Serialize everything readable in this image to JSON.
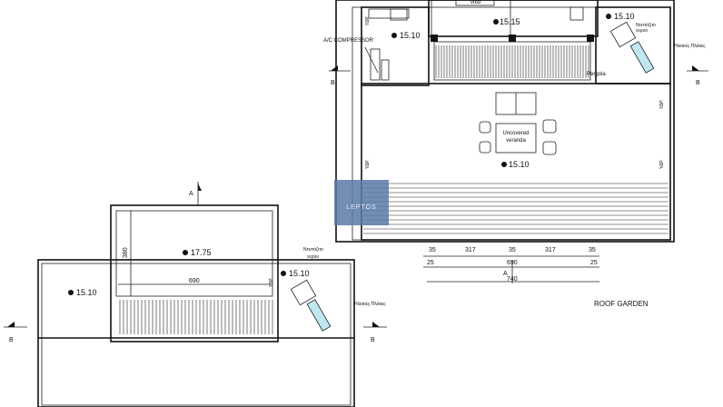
{
  "plan": {
    "title": "ROOF GARDEN",
    "watermark": "LEPTOS",
    "levels": {
      "void_label": "void",
      "upper_top": "15.15",
      "upper_left": "15.10",
      "upper_right": "15.10",
      "upper_main": "15.10",
      "lower_top": "17.75",
      "lower_left": "15.10",
      "lower_right": "15.10"
    },
    "labels": {
      "ac_compressor": "A/C COMPRESSOR",
      "pergola": "Pergola",
      "uncovered_veranda_line1": "Uncovered",
      "uncovered_veranda_line2": "veranda",
      "solar_panels": "Ηλιακές Πλάκες",
      "water_tank_line1": "Ντεπόζιτο",
      "water_tank_line2": "νερού",
      "water_tank_small_line1": "Ντεπόζιτο",
      "water_tank_small_line2": "νερού",
      "section_b": "B",
      "section_a": "A"
    },
    "dimensions": {
      "row1": [
        "35",
        "317",
        "35",
        "317",
        "35"
      ],
      "row2_left": "25",
      "row2_mid": "690",
      "row2_right": "25",
      "total": "740",
      "lower_width": "690",
      "lower_height": "380"
    },
    "drain_labels": [
      "ΥΔΡ.",
      "ΥΔΡ.",
      "ΥΔΡ.",
      "ΥΔΡ.",
      "ΥΔΡ."
    ]
  }
}
